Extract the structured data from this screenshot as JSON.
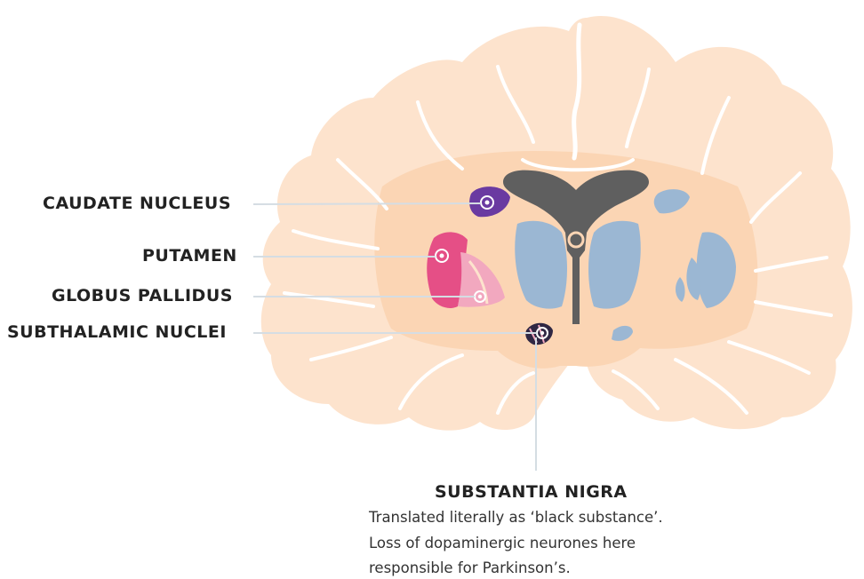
{
  "labels": {
    "caudate": "CAUDATE NUCLEUS",
    "putamen": "PUTAMEN",
    "globus": "GLOBUS PALLIDUS",
    "subthalamic": "SUBTHALAMIC NUCLEI",
    "substantia": "SUBSTANTIA NIGRA"
  },
  "description": [
    "Translated literally as ‘black substance’.",
    "Loss of dopaminergic neurones here",
    "responsible for Parkinson’s."
  ],
  "colors": {
    "brain": "#fde3cd",
    "inner": "#fbd5b4",
    "ventricle": "#5f5f5f",
    "thalamus": "#9bb7d3",
    "caudate": "#6a3aa1",
    "putamen": "#e54f86",
    "globus": "#f2a8bf",
    "subthalamic": "#2f2743",
    "leader": "#d5dde3"
  }
}
